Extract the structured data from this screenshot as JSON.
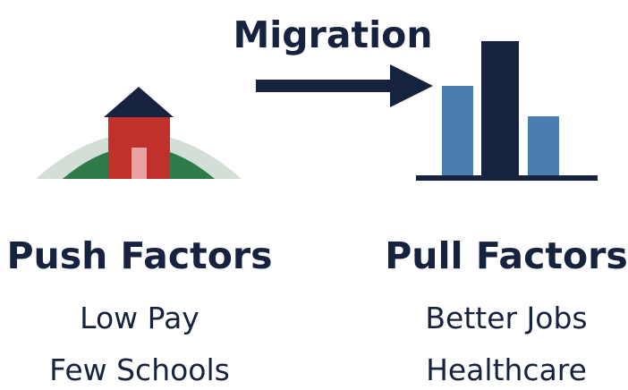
{
  "title": "Migration",
  "push": {
    "heading": "Push Factors",
    "items": [
      "Low Pay",
      "Few Schools"
    ],
    "icon": "house-on-hill-icon"
  },
  "pull": {
    "heading": "Pull Factors",
    "items": [
      "Better Jobs",
      "Healthcare"
    ],
    "icon": "bar-chart-icon"
  },
  "arrow": "right-arrow-icon",
  "colors": {
    "navy": "#17223f",
    "house_red": "#c1312b",
    "door_pink": "#e8a3a0",
    "hill_green": "#2e7a48",
    "hill_pale": "#d3ded7",
    "bar_blue": "#4c7db0"
  }
}
